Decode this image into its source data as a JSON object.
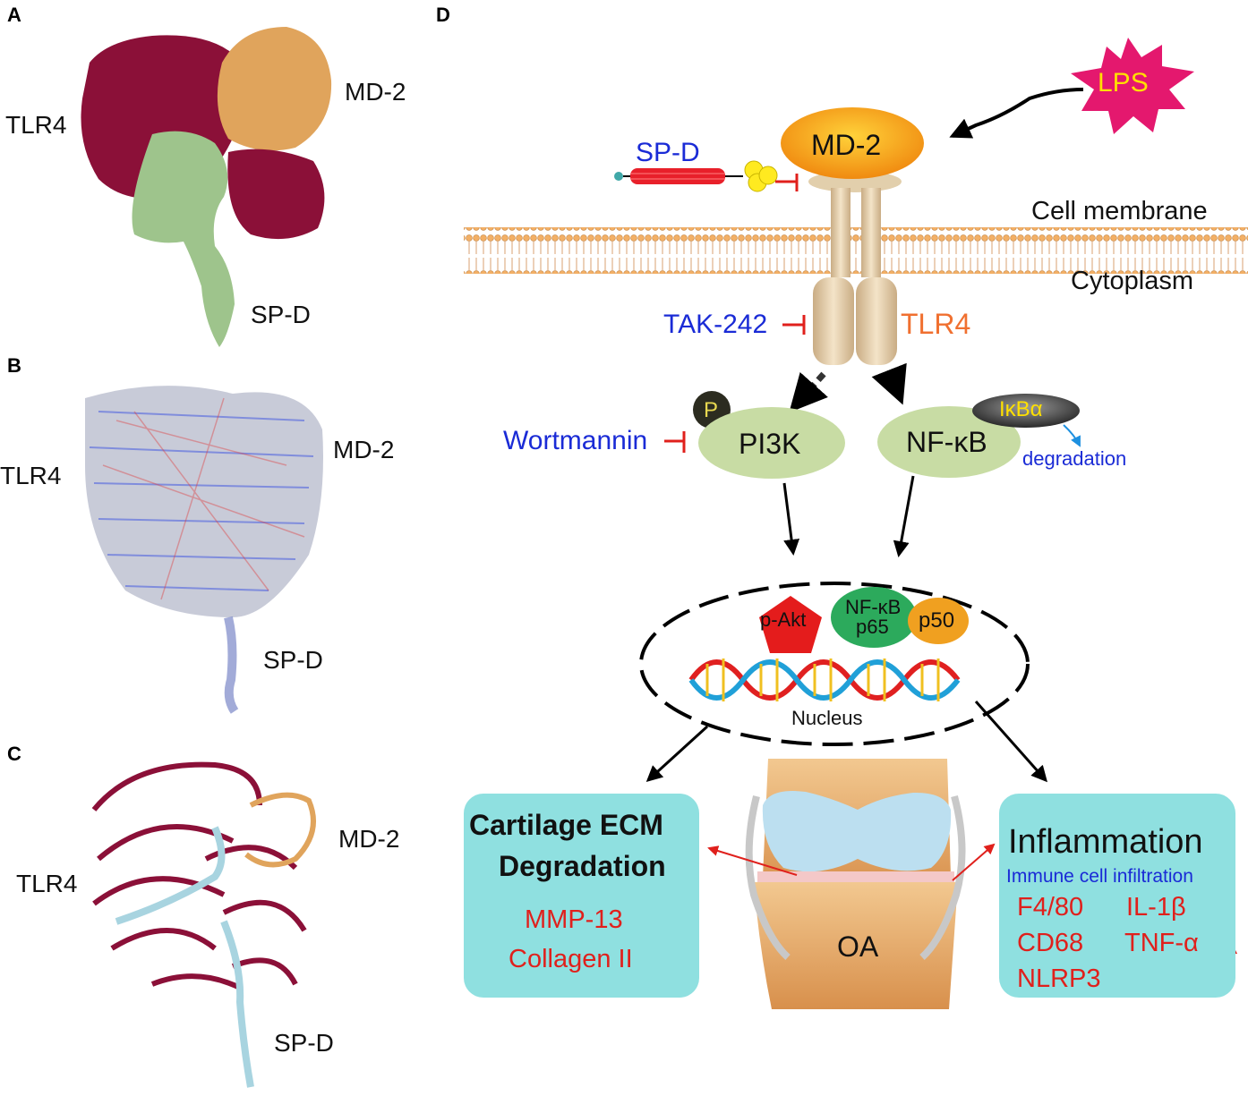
{
  "panels": {
    "a": {
      "letter": "A",
      "tlr4": "TLR4",
      "md2": "MD-2",
      "spd": "SP-D"
    },
    "b": {
      "letter": "B",
      "tlr4": "TLR4",
      "md2": "MD-2",
      "spd": "SP-D"
    },
    "c": {
      "letter": "C",
      "tlr4": "TLR4",
      "md2": "MD-2",
      "spd": "SP-D"
    },
    "d": {
      "letter": "D"
    }
  },
  "pathway": {
    "lps": "LPS",
    "md2": "MD-2",
    "spd": "SP-D",
    "cell_membrane": "Cell membrane",
    "cytoplasm": "Cytoplasm",
    "tak242": "TAK-242",
    "tlr4": "TLR4",
    "p": "P",
    "pi3k": "PI3K",
    "nfkb": "NF-κB",
    "ikba": "IκBα",
    "degradation": "degradation",
    "wortmannin": "Wortmannin",
    "pakt": "p-Akt",
    "nfkb_nuc": "NF-κB",
    "p65": "p65",
    "p50": "p50",
    "nucleus": "Nucleus",
    "oa": "OA"
  },
  "cartilage_box": {
    "title_line1": "Cartilage ECM",
    "title_line2": "Degradation",
    "mmp13": "MMP-13",
    "collagen": "Collagen II"
  },
  "inflammation_box": {
    "title": "Inflammation",
    "subtitle": "Immune cell infiltration",
    "f480": "F4/80",
    "il1b": "IL-1β",
    "cd68": "CD68",
    "tnfa": "TNF-α",
    "nlrp3": "NLRP3"
  },
  "colors": {
    "tlr4_protein": "#8b1038",
    "md2_protein": "#e0a45c",
    "spd_protein": "#9ec48c",
    "inhibitor_text": "#1a2bd6",
    "inhibit_bar": "#e0201c",
    "up_arrow": "#e0201c",
    "box_fill": "#8fe0e0",
    "tlr4_label": "#f07030",
    "lps_star": "#e4186e",
    "lps_text": "#ffe000",
    "md2_ellipse": "#f5a516",
    "signal_ellipse": "#c8dca4",
    "pakt": "#e41c1c",
    "nfkb_nuc": "#2caa5c",
    "p50": "#f0a020"
  }
}
